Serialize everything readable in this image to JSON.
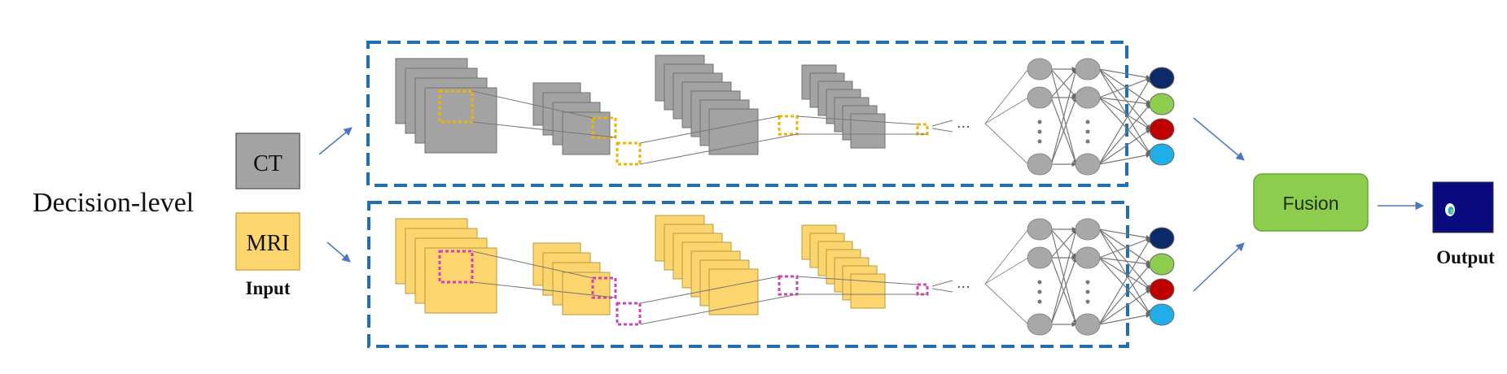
{
  "title_label": "Decision-level",
  "inputs": [
    {
      "label": "CT",
      "color": "#a3a3a3"
    },
    {
      "label": "MRI",
      "color": "#fdd56e"
    }
  ],
  "input_caption": "Input",
  "fusion_label": "Fusion",
  "output_caption": "Output",
  "colors": {
    "box_border": "#1f6fb2",
    "arrow": "#4a78c2",
    "ct_layer": "#a3a3a3",
    "mri_layer": "#fdd56e",
    "ct_kernel": "#f0b400",
    "mri_kernel": "#d640b0",
    "neuron": "#a8a8a8",
    "fusion_fill": "#8ccd4e",
    "output_bg": "#0b0b80",
    "class_outputs": [
      "#0b2a66",
      "#8ccd4e",
      "#c00000",
      "#20aee8"
    ]
  },
  "ellipsis": "..."
}
